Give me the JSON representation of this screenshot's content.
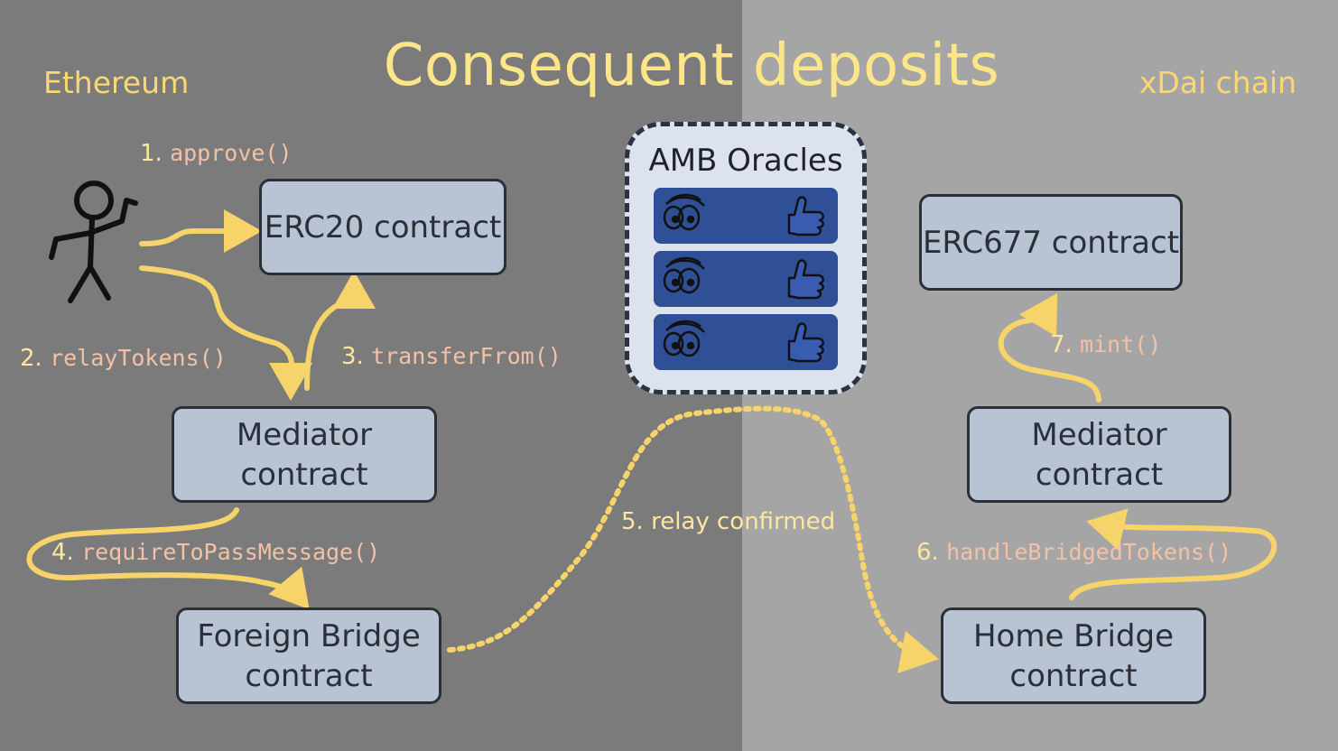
{
  "title": "Consequent deposits",
  "chains": {
    "left": "Ethereum",
    "right": "xDai chain"
  },
  "boxes": {
    "erc20": "ERC20 contract",
    "mediator_left": [
      "Mediator",
      "contract"
    ],
    "foreign_bridge": [
      "Foreign Bridge",
      "contract"
    ],
    "erc677": "ERC677 contract",
    "mediator_right": [
      "Mediator",
      "contract"
    ],
    "home_bridge": [
      "Home Bridge",
      "contract"
    ]
  },
  "oracles": {
    "title": "AMB Oracles",
    "items": [
      {
        "icons": [
          "eyes-icon",
          "thumbs-up-icon"
        ]
      },
      {
        "icons": [
          "eyes-icon",
          "thumbs-up-icon"
        ]
      },
      {
        "icons": [
          "eyes-icon",
          "thumbs-up-icon"
        ]
      }
    ]
  },
  "steps": [
    {
      "num": "1.",
      "code": "approve()"
    },
    {
      "num": "2.",
      "code": "relayTokens()"
    },
    {
      "num": "3.",
      "code": "transferFrom()"
    },
    {
      "num": "4.",
      "code": "requireToPassMessage()"
    },
    {
      "num": "5.",
      "text": "relay confirmed"
    },
    {
      "num": "6.",
      "code": "handleBridgedTokens()"
    },
    {
      "num": "7.",
      "code": "mint()"
    }
  ],
  "colors": {
    "left_bg": "#7b7b7b",
    "right_bg": "#a5a5a5",
    "arrow": "#f7d46a",
    "box_fill": "#b8c3d4",
    "oracle_fill": "#2f4f96"
  },
  "icons": {
    "user": "stick-figure-icon"
  }
}
